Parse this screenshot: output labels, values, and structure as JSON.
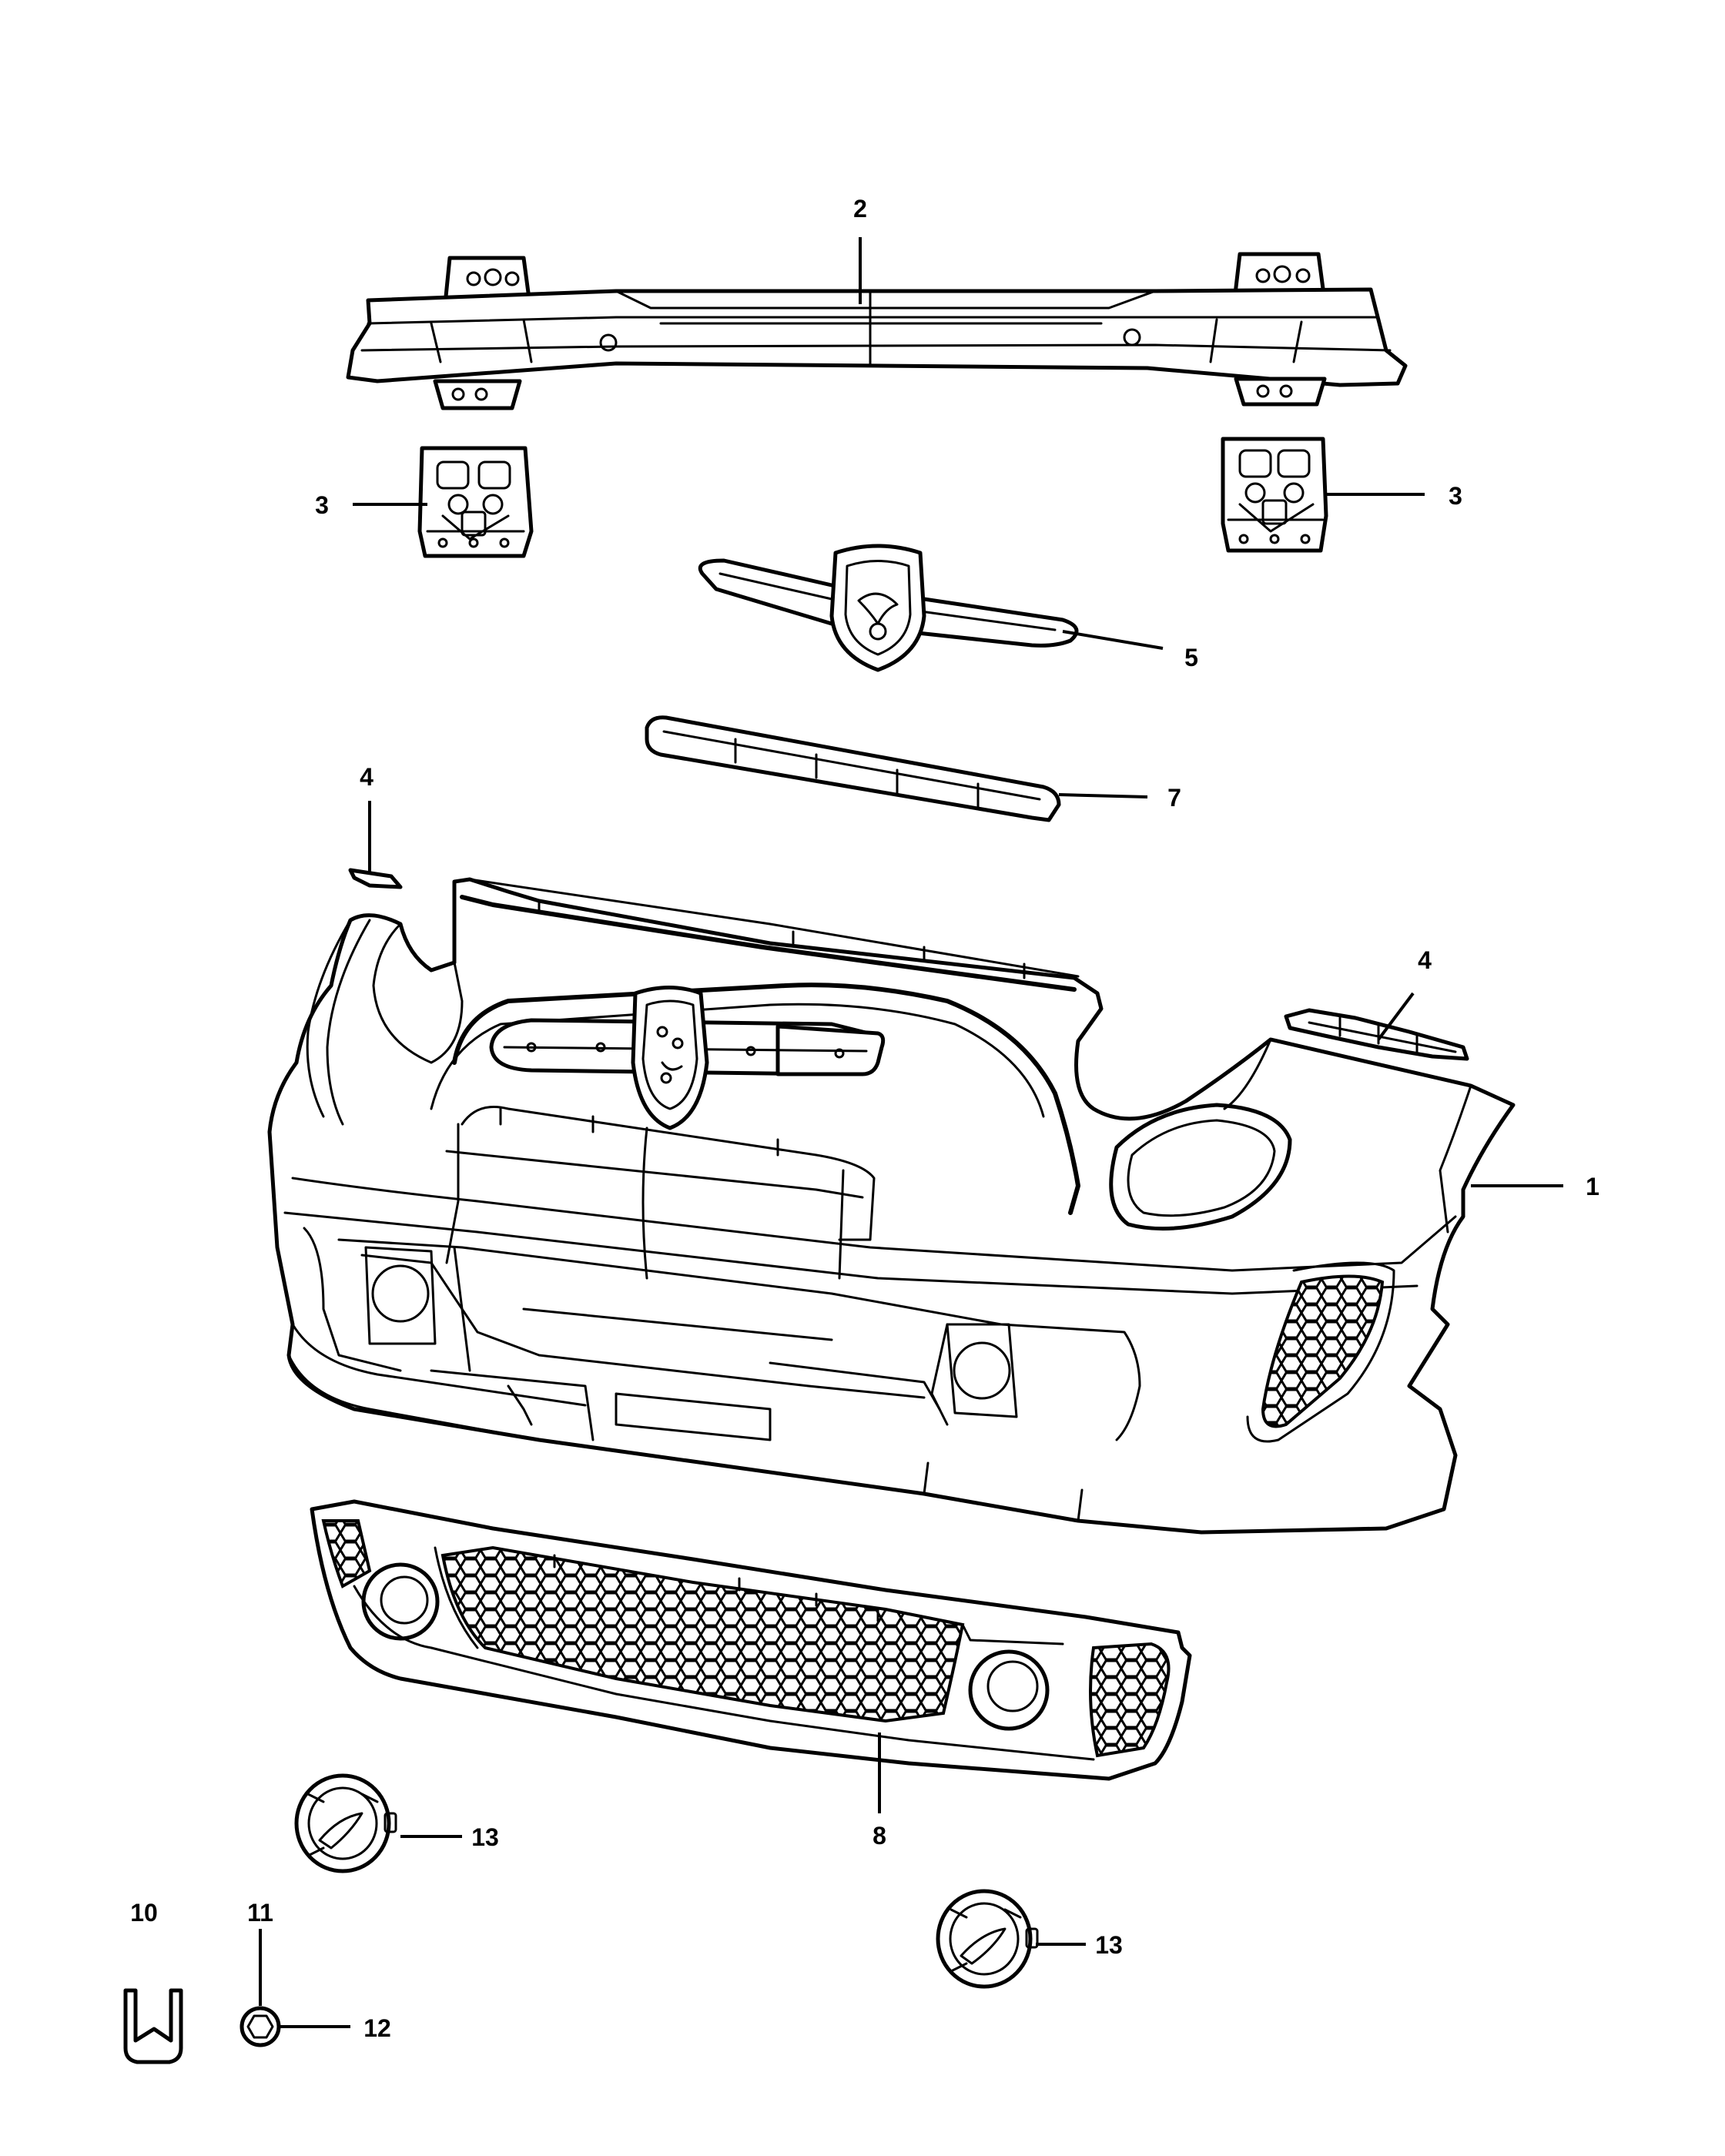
{
  "colors": {
    "ink": "#000000",
    "paper": "#ffffff"
  },
  "callouts": {
    "c1": "1",
    "c2": "2",
    "c3_left": "3",
    "c3_right": "3",
    "c4_left": "4",
    "c4_right": "4",
    "c5": "5",
    "c7": "7",
    "c8": "8",
    "c10": "10",
    "c11": "11",
    "c12": "12",
    "c13_left": "13",
    "c13_right": "13"
  }
}
